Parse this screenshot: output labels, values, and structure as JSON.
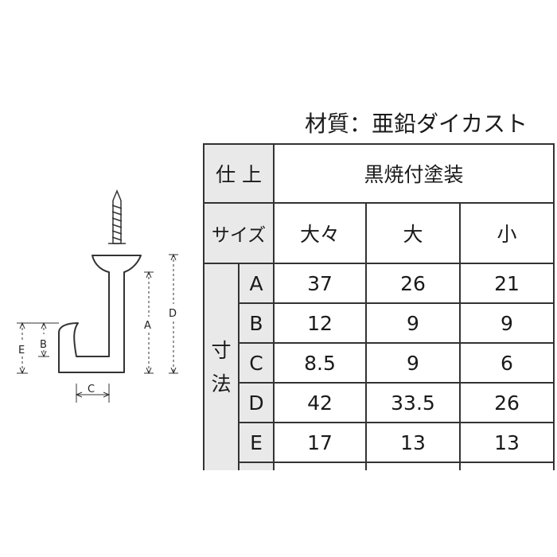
{
  "material_label": "材質：亜鉛ダイカスト",
  "finish": {
    "label": "仕 上",
    "value": "黒焼付塗装"
  },
  "size_row": {
    "label": "サイズ",
    "sizes": [
      "大々",
      "大",
      "小"
    ]
  },
  "dimension_group_label": "寸\n法",
  "dimensions": [
    {
      "key": "A",
      "values": [
        "37",
        "26",
        "21"
      ]
    },
    {
      "key": "B",
      "values": [
        "12",
        "9",
        "9"
      ]
    },
    {
      "key": "C",
      "values": [
        "8.5",
        "9",
        "6"
      ]
    },
    {
      "key": "D",
      "values": [
        "42",
        "33.5",
        "26"
      ]
    },
    {
      "key": "E",
      "values": [
        "17",
        "13",
        "13"
      ]
    }
  ],
  "diagram_labels": {
    "a": "A",
    "b": "B",
    "c": "C",
    "d": "D",
    "e": "E"
  },
  "colors": {
    "line": "#333333",
    "header_bg": "#e9e9e9"
  }
}
